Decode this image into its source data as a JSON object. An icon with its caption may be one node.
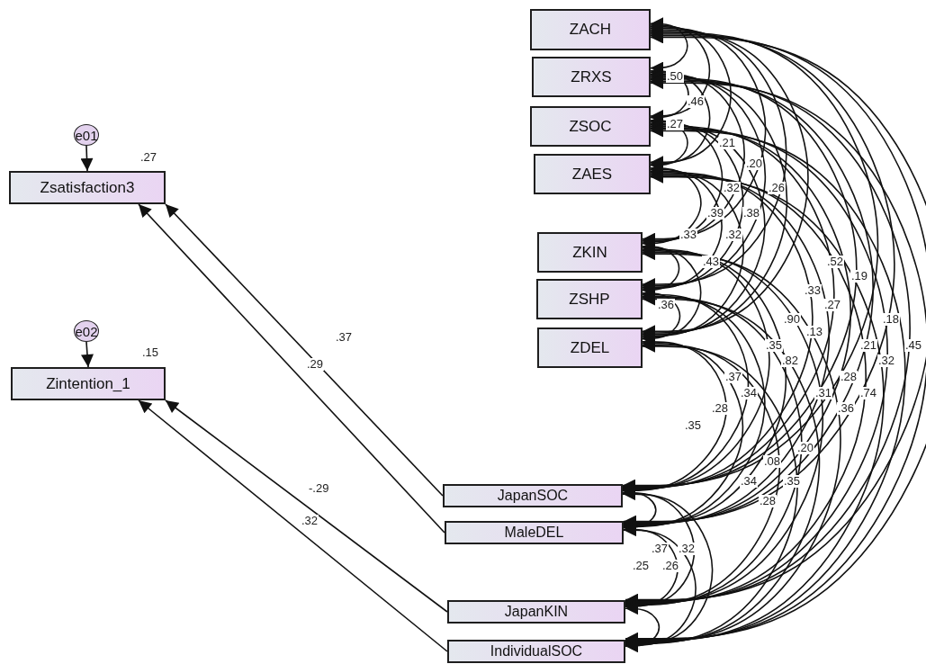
{
  "diagram": {
    "nodes": [
      {
        "text": [
          "e01"
        ]
      },
      {
        "text": [
          "Zsatisfaction3"
        ],
        "beside": [
          ".27"
        ]
      },
      {
        "text": [
          "e02"
        ]
      },
      {
        "text": [
          "Zintention_1"
        ],
        "beside": [
          ".15"
        ]
      },
      {
        "text": [
          "ZACH"
        ]
      },
      {
        "text": [
          "ZRXS"
        ]
      },
      {
        "text": [
          "ZSOC"
        ]
      },
      {
        "text": [
          "ZAES"
        ]
      },
      {
        "text": [
          "ZKIN"
        ]
      },
      {
        "text": [
          "ZSHP"
        ]
      },
      {
        "text": [
          "ZDEL"
        ]
      },
      {
        "text": [
          "JapanSOC"
        ]
      },
      {
        "text": [
          "MaleDEL"
        ]
      },
      {
        "text": [
          "JapanKIN"
        ]
      },
      {
        "text": [
          "IndividualSOC"
        ]
      }
    ],
    "edges": [
      {
        "from": 0,
        "to": 1,
        "arrow": "to"
      },
      {
        "from": 2,
        "to": 3,
        "arrow": "to"
      },
      {
        "from": 11,
        "to": 1,
        "arrow": "to",
        "label": ".37"
      },
      {
        "from": 12,
        "to": 1,
        "arrow": "to",
        "label": ".29"
      },
      {
        "from": 13,
        "to": 3,
        "arrow": "to",
        "label": "-.29"
      },
      {
        "from": 14,
        "to": 3,
        "arrow": "to",
        "label": ".32"
      },
      {
        "from": 4,
        "to": 5,
        "arrow": "both"
      },
      {
        "from": 4,
        "to": 6,
        "arrow": "both"
      },
      {
        "from": 4,
        "to": 7,
        "arrow": "both"
      },
      {
        "from": 4,
        "to": 8,
        "arrow": "both"
      },
      {
        "from": 4,
        "to": 9,
        "arrow": "both"
      },
      {
        "from": 4,
        "to": 10,
        "arrow": "both"
      },
      {
        "from": 4,
        "to": 11,
        "arrow": "both"
      },
      {
        "from": 4,
        "to": 12,
        "arrow": "both"
      },
      {
        "from": 4,
        "to": 13,
        "arrow": "both"
      },
      {
        "from": 4,
        "to": 14,
        "arrow": "both"
      },
      {
        "from": 5,
        "to": 6,
        "arrow": "both"
      },
      {
        "from": 5,
        "to": 7,
        "arrow": "both"
      },
      {
        "from": 5,
        "to": 8,
        "arrow": "both"
      },
      {
        "from": 5,
        "to": 9,
        "arrow": "both"
      },
      {
        "from": 5,
        "to": 10,
        "arrow": "both"
      },
      {
        "from": 5,
        "to": 11,
        "arrow": "both"
      },
      {
        "from": 5,
        "to": 12,
        "arrow": "both"
      },
      {
        "from": 5,
        "to": 13,
        "arrow": "both"
      },
      {
        "from": 5,
        "to": 14,
        "arrow": "both"
      },
      {
        "from": 6,
        "to": 7,
        "arrow": "both"
      },
      {
        "from": 6,
        "to": 8,
        "arrow": "both"
      },
      {
        "from": 6,
        "to": 9,
        "arrow": "both"
      },
      {
        "from": 6,
        "to": 10,
        "arrow": "both"
      },
      {
        "from": 6,
        "to": 11,
        "arrow": "both"
      },
      {
        "from": 6,
        "to": 12,
        "arrow": "both"
      },
      {
        "from": 6,
        "to": 13,
        "arrow": "both"
      },
      {
        "from": 6,
        "to": 14,
        "arrow": "both"
      },
      {
        "from": 7,
        "to": 8,
        "arrow": "both"
      },
      {
        "from": 7,
        "to": 9,
        "arrow": "both"
      },
      {
        "from": 7,
        "to": 10,
        "arrow": "both"
      },
      {
        "from": 7,
        "to": 11,
        "arrow": "both"
      },
      {
        "from": 7,
        "to": 12,
        "arrow": "both"
      },
      {
        "from": 7,
        "to": 13,
        "arrow": "both"
      },
      {
        "from": 7,
        "to": 14,
        "arrow": "both"
      },
      {
        "from": 8,
        "to": 9,
        "arrow": "both"
      },
      {
        "from": 8,
        "to": 10,
        "arrow": "both"
      },
      {
        "from": 8,
        "to": 11,
        "arrow": "both"
      },
      {
        "from": 8,
        "to": 12,
        "arrow": "both"
      },
      {
        "from": 8,
        "to": 13,
        "arrow": "both"
      },
      {
        "from": 8,
        "to": 14,
        "arrow": "both"
      },
      {
        "from": 9,
        "to": 10,
        "arrow": "both"
      },
      {
        "from": 9,
        "to": 11,
        "arrow": "both"
      },
      {
        "from": 9,
        "to": 12,
        "arrow": "both"
      },
      {
        "from": 9,
        "to": 13,
        "arrow": "both"
      },
      {
        "from": 9,
        "to": 14,
        "arrow": "both"
      },
      {
        "from": 10,
        "to": 11,
        "arrow": "both"
      },
      {
        "from": 10,
        "to": 12,
        "arrow": "both"
      },
      {
        "from": 10,
        "to": 13,
        "arrow": "both"
      },
      {
        "from": 10,
        "to": 14,
        "arrow": "both"
      },
      {
        "from": 11,
        "to": 12,
        "arrow": "both"
      },
      {
        "from": 11,
        "to": 13,
        "arrow": "both"
      },
      {
        "from": 11,
        "to": 14,
        "arrow": "both"
      },
      {
        "from": 12,
        "to": 13,
        "arrow": "both"
      },
      {
        "from": 12,
        "to": 14,
        "arrow": "both"
      },
      {
        "from": 13,
        "to": 14,
        "arrow": "both"
      }
    ],
    "labels": [
      ".50",
      ".46",
      ".27",
      ".21",
      ".20",
      ".32",
      ".26",
      ".39",
      ".38",
      ".33",
      ".32",
      ".43",
      ".52",
      ".19",
      ".33",
      ".36",
      ".27",
      ".90",
      ".18",
      ".13",
      ".35",
      ".21",
      ".45",
      ".82",
      ".32",
      ".37",
      ".28",
      ".34",
      ".31",
      ".74",
      ".28",
      ".36",
      ".35",
      ".20",
      ".08",
      ".34",
      ".35",
      ".28",
      ".37",
      ".32",
      ".25",
      ".26"
    ]
  }
}
